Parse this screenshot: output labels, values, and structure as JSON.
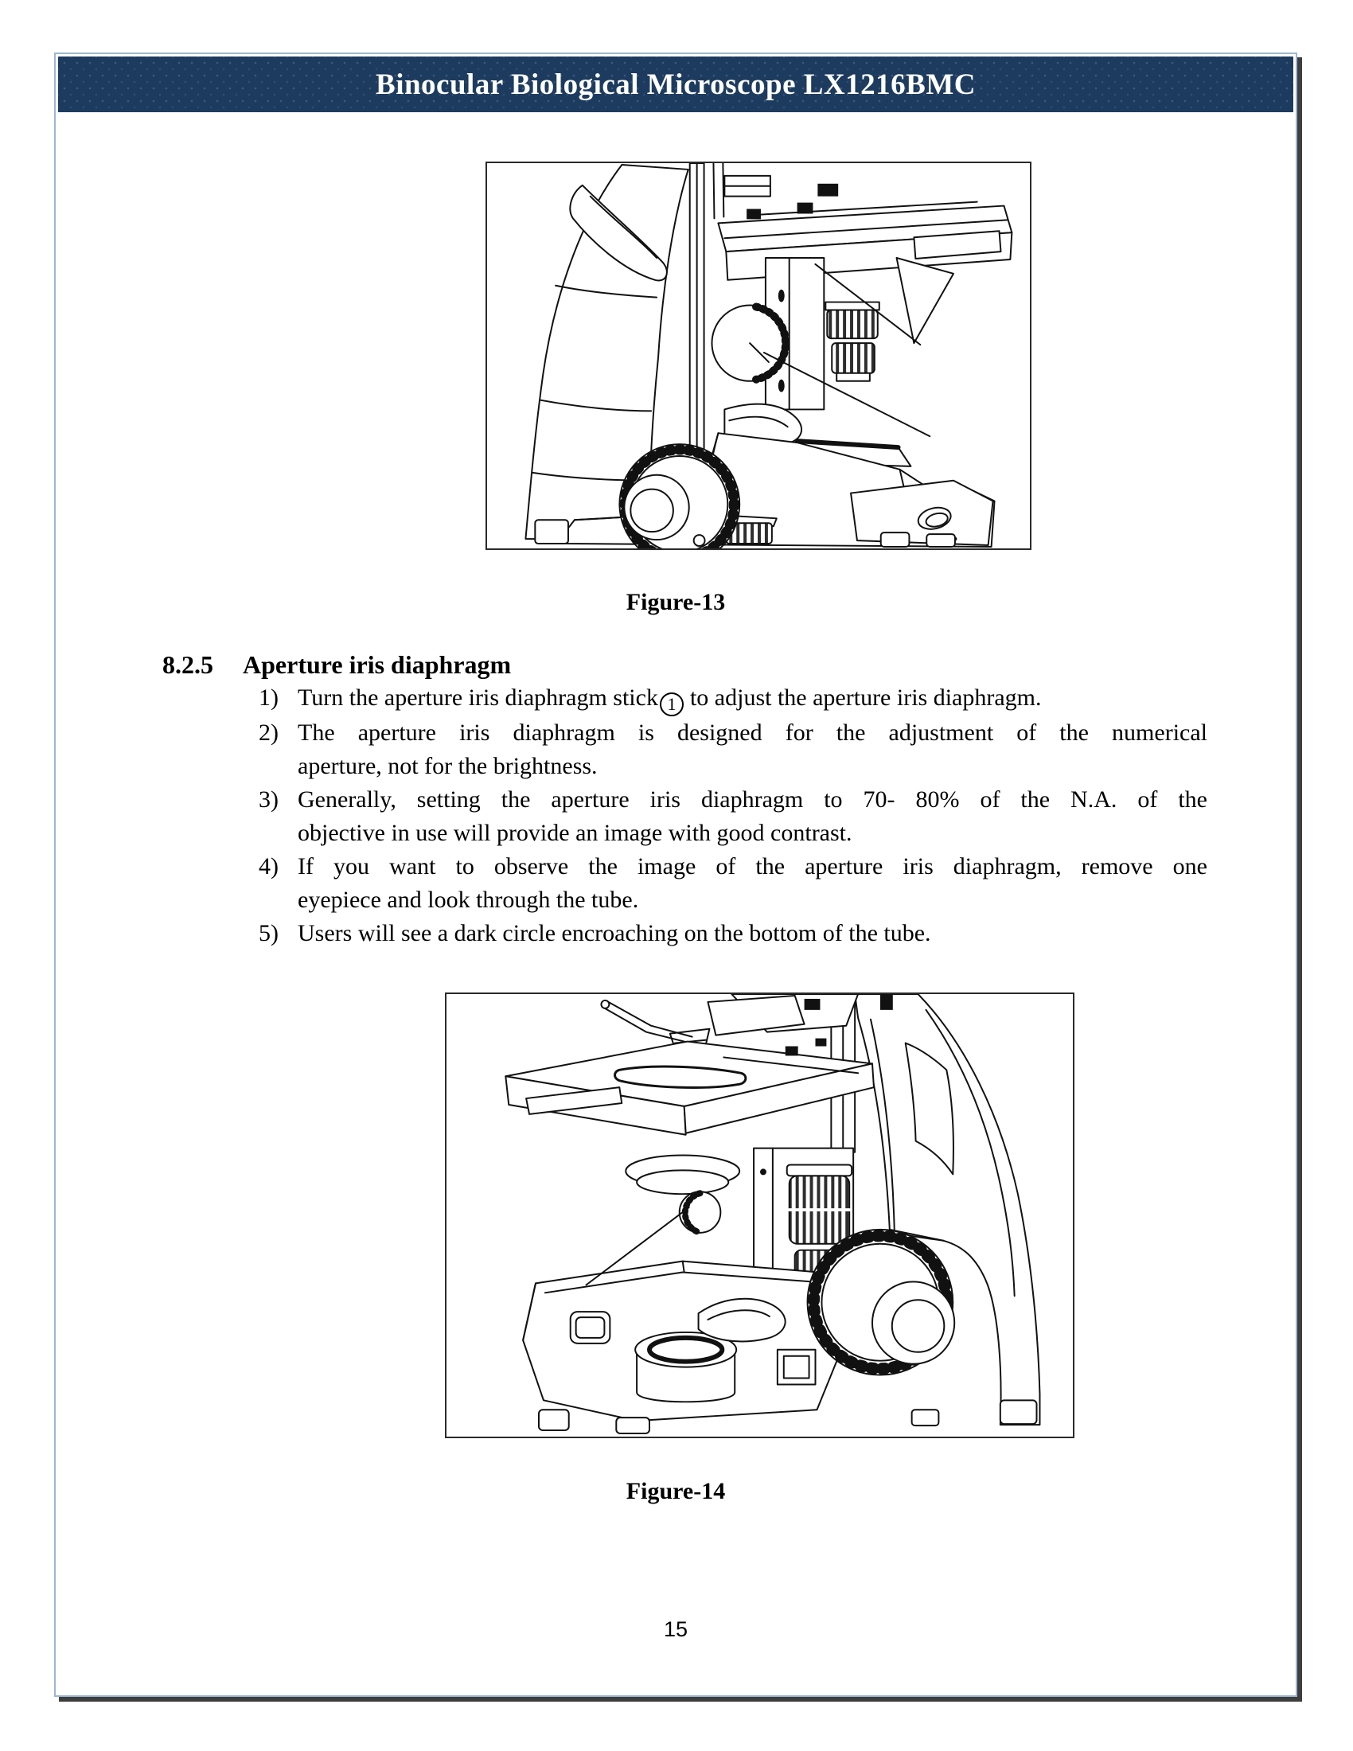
{
  "colors": {
    "header_bar": "#1d3b5e",
    "page_border": "#9db6d2",
    "page_shadow": "#3e3e3e",
    "figure_border": "#2a2a2a",
    "text": "#000000"
  },
  "header": {
    "title": "Binocular Biological Microscope LX1216BMC"
  },
  "section": {
    "number": "8.2.5",
    "title": "Aperture iris diaphragm",
    "items": [
      {
        "num": "1)",
        "line_before": "Turn the aperture iris diaphragm stick",
        "circled": "1",
        "line_after": "to adjust the aperture iris diaphragm."
      },
      {
        "num": "2)",
        "lines": [
          "The aperture iris diaphragm is designed for the adjustment of the numerical",
          "aperture, not for the brightness."
        ]
      },
      {
        "num": "3)",
        "lines": [
          "Generally, setting the aperture iris diaphragm to 70- 80% of the N.A. of the",
          "objective in use will provide an image with good contrast."
        ]
      },
      {
        "num": "4)",
        "lines": [
          "If you want to observe the image of the aperture iris diaphragm, remove one",
          "eyepiece and look through the tube."
        ]
      },
      {
        "num": "5)",
        "lines": [
          "Users will see a dark circle encroaching on the bottom of the tube."
        ]
      }
    ]
  },
  "figures": [
    {
      "caption": "Figure-13"
    },
    {
      "caption": "Figure-14"
    }
  ],
  "footer": {
    "page_number": "15"
  }
}
